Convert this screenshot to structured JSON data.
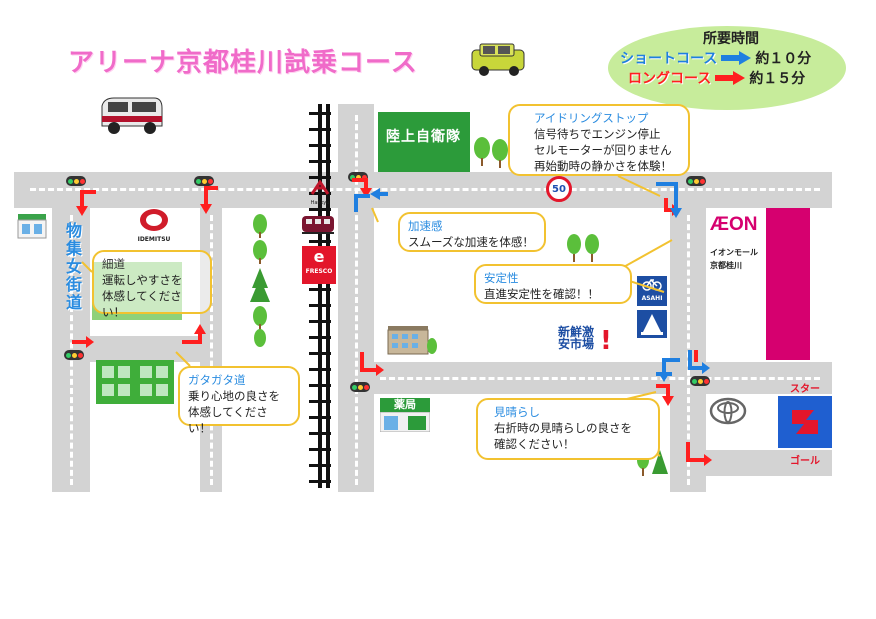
{
  "title": "アリーナ京都桂川試乗コース",
  "legend": {
    "heading": "所要時間",
    "short_label": "ショートコース",
    "short_time": "約１０分",
    "long_label": "ロングコース",
    "long_time": "約１５分",
    "short_color": "#1f7fe0",
    "long_color": "#ff1f1f"
  },
  "landmarks": {
    "rikujo": "陸上自衛隊",
    "speed_limit": "50",
    "idemitsu": "IDEMITSU",
    "hankyu": "Hankyu",
    "fresco": "FRESCO",
    "aeon_logo": "ÆON",
    "aeon_name": "イオンモール\n京都桂川",
    "asahi": "ASAHI",
    "shinsen": "新鮮激安市場",
    "yakkyoku": "薬局",
    "star": "スター",
    "goal": "ゴール",
    "street": "物集女街道"
  },
  "callouts": {
    "idling": {
      "head": "アイドリングストップ",
      "line1": "信号待ちでエンジン停止",
      "line2": "セルモーターが回りません",
      "line3": "再始動時の静かさを体験！"
    },
    "accel": {
      "head": "加速感",
      "line1": "スムーズな加速を体感！"
    },
    "stability": {
      "head": "安定性",
      "line1": "直進安定性を確認！！"
    },
    "narrow": {
      "head": "細道",
      "line1": "運転しやすさを",
      "line2": "体感してください！"
    },
    "bumpy": {
      "head": "ガタガタ道",
      "line1": "乗り心地の良さを",
      "line2": "体感してください！"
    },
    "visibility": {
      "head": "見晴らし",
      "line1": "右折時の見晴らしの良さを",
      "line2": "確認ください！"
    }
  },
  "colors": {
    "road": "#d3d3d3",
    "callout_border": "#f2c230",
    "aeon": "#d6006f",
    "suzuki": "#1f5fd0"
  }
}
